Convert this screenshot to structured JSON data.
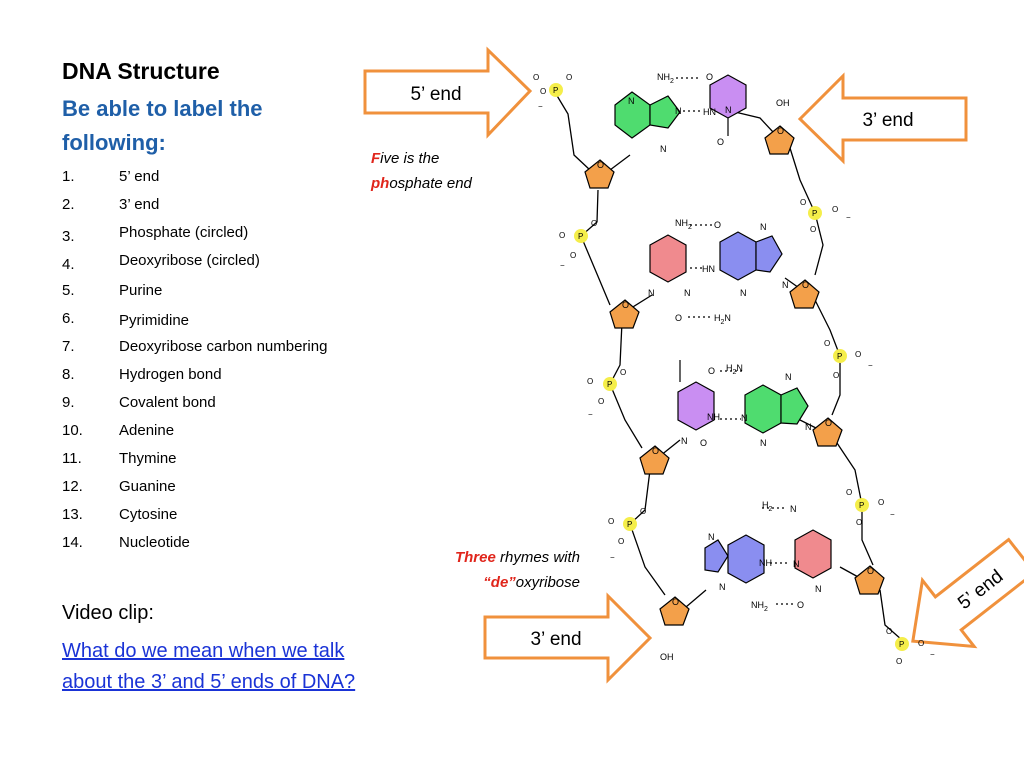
{
  "header": {
    "title": "DNA Structure",
    "subtitle": "Be able to label the following:"
  },
  "items": [
    {
      "num": "1.",
      "label": "5’ end"
    },
    {
      "num": "2.",
      "label": "3’ end"
    },
    {
      "num": "3.",
      "label": "Phosphate (circled)"
    },
    {
      "num": "4.",
      "label": "Deoxyribose (circled)"
    },
    {
      "num": "5.",
      "label": "Purine"
    },
    {
      "num": "6.",
      "label": "Pyrimidine"
    },
    {
      "num": "7.",
      "label": "Deoxyribose carbon numbering"
    },
    {
      "num": "8.",
      "label": "Hydrogen bond"
    },
    {
      "num": "9.",
      "label": "Covalent bond"
    },
    {
      "num": "10.",
      "label": "Adenine"
    },
    {
      "num": "11.",
      "label": "Thymine"
    },
    {
      "num": "12.",
      "label": "Guanine"
    },
    {
      "num": "13.",
      "label": "Cytosine"
    },
    {
      "num": "14.",
      "label": "Nucleotide"
    }
  ],
  "video": {
    "label": "Video clip:",
    "link_text": "What do we mean when we talk about the 3’ and 5’ ends of DNA?"
  },
  "notes": {
    "five_a": "F",
    "five_b": "ive is the",
    "five_c": "ph",
    "five_d": "osphate end",
    "three_a": "Three",
    "three_b": " rhymes with",
    "three_c": "“de”",
    "three_d": "oxyribose"
  },
  "arrows": {
    "top_left": "5’ end",
    "top_right": "3’ end",
    "bottom_left": "3’ end",
    "bottom_right": "5’ end"
  },
  "molecule": {
    "nh2": "NH",
    "nh2_sub": "2",
    "h2n": "H",
    "h2n_sub": "2",
    "n": "N",
    "nh": "NH",
    "hn": "HN",
    "o": "O",
    "p": "P",
    "oh": "OH",
    "minus": "−"
  },
  "colors": {
    "arrow_orange": "#f0913c",
    "adenine_green": "#4fdc6f",
    "thymine_violet": "#c98ef2",
    "guanine_blue": "#8a8ef0",
    "cytosine_pink": "#f08a8e",
    "sugar_orange": "#f3a04a",
    "phosphate_yellow": "#f5ee4a",
    "heading_blue": "#1f5fa8",
    "link_blue": "#1a33d6",
    "highlight_red": "#e0251b"
  }
}
